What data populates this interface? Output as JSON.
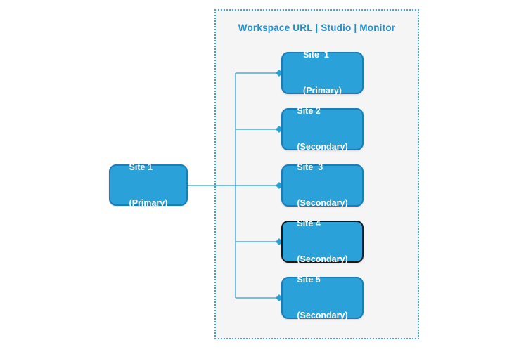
{
  "diagram": {
    "title": "Workspace URL | Studio | Monitor",
    "root": {
      "line1": "Site 1",
      "line2": "(Primary)"
    },
    "sites": [
      {
        "line1": "Site  1",
        "line2": "(Primary)",
        "border": "blue"
      },
      {
        "line1": "Site 2",
        "line2": "(Secondary)",
        "border": "blue"
      },
      {
        "line1": "Site  3",
        "line2": "(Secondary)",
        "border": "blue"
      },
      {
        "line1": "Site 4",
        "line2": "(Secondary)",
        "border": "black"
      },
      {
        "line1": "Site 5",
        "line2": "(Secondary)",
        "border": "blue"
      }
    ],
    "colors": {
      "node_fill": "#2ba1d9",
      "node_border": "#1b7cb9",
      "node_border_highlight": "#1a1a1a",
      "node_text": "#ffffff",
      "connector": "#2ba1d9",
      "container_border": "#3fa3dc",
      "container_bg": "#f5f5f5",
      "title_color": "#1e90cf"
    }
  }
}
